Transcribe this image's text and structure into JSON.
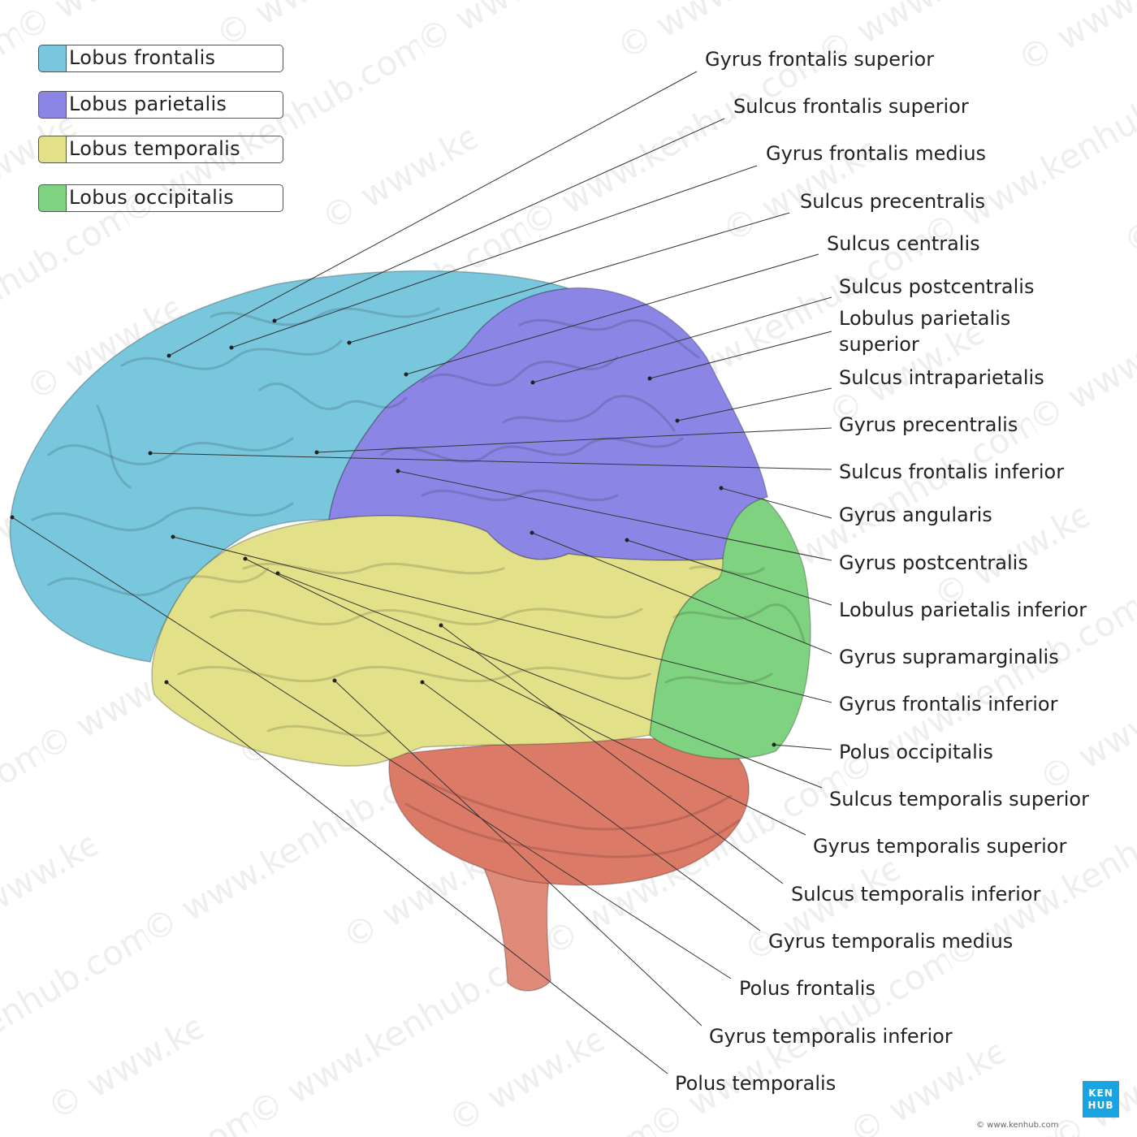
{
  "legend": [
    {
      "label": "Lobus frontalis",
      "color": "#79c7dd"
    },
    {
      "label": "Lobus parietalis",
      "color": "#8b86e6"
    },
    {
      "label": "Lobus temporalis",
      "color": "#e2e089"
    },
    {
      "label": "Lobus occipitalis",
      "color": "#7fd27f"
    }
  ],
  "regions": {
    "frontal": "#79c7dd",
    "parietal": "#8b86e6",
    "temporal": "#e2e089",
    "occipital": "#7fd27f",
    "cerebellum": "#dc7a68",
    "brainstem": "#e08a7a"
  },
  "labels": [
    "Gyrus frontalis superior",
    "Sulcus frontalis superior",
    "Gyrus frontalis medius",
    "Sulcus precentralis",
    "Sulcus centralis",
    "Sulcus postcentralis",
    "Lobulus parietalis superior",
    "Sulcus intraparietalis",
    "Gyrus precentralis",
    "Sulcus frontalis inferior",
    "Gyrus angularis",
    "Gyrus postcentralis",
    "Lobulus parietalis inferior",
    "Gyrus supramarginalis",
    "Gyrus frontalis inferior",
    "Polus occipitalis",
    "Sulcus temporalis superior",
    "Gyrus temporalis superior",
    "Sulcus temporalis inferior",
    "Gyrus temporalis medius",
    "Polus frontalis",
    "Gyrus temporalis inferior",
    "Polus temporalis"
  ],
  "watermark": "© www.kenhub.com",
  "logo": {
    "line1": "KEN",
    "line2": "HUB"
  },
  "credit": "© www.kenhub.com"
}
